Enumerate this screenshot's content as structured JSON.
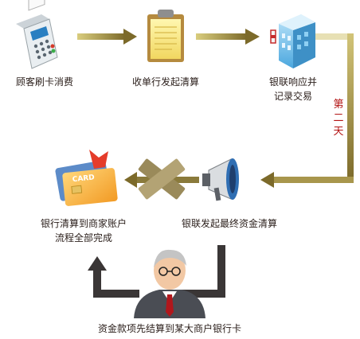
{
  "steps": {
    "swipe": "顾客刷卡消费",
    "receipt": "收单行发起清算",
    "union_ack_line1": "银联响应并",
    "union_ack_line2": "记录交易",
    "union_final": "银联发起最终资金清算",
    "bank_done_line1": "银行清算到商家账户",
    "bank_done_line2": "流程全部完成",
    "final": "资金款项先结算到某大商户银行卡"
  },
  "day_note": [
    "第",
    "二",
    "天"
  ],
  "card_text": "CARD",
  "colors": {
    "arrow_olive": "#8a7a3b",
    "arrow_dark": "#3a3636",
    "text": "#2a1e1a",
    "accent_red": "#b31414"
  },
  "icons": {
    "swipe": "pos-terminal-icon",
    "receipt": "clipboard-icon",
    "union_ack": "bank-building-icon",
    "union_final": "megaphone-icon",
    "blocked": "cross-x-icon",
    "bank_done": "bank-card-icon",
    "final": "businessman-icon"
  }
}
